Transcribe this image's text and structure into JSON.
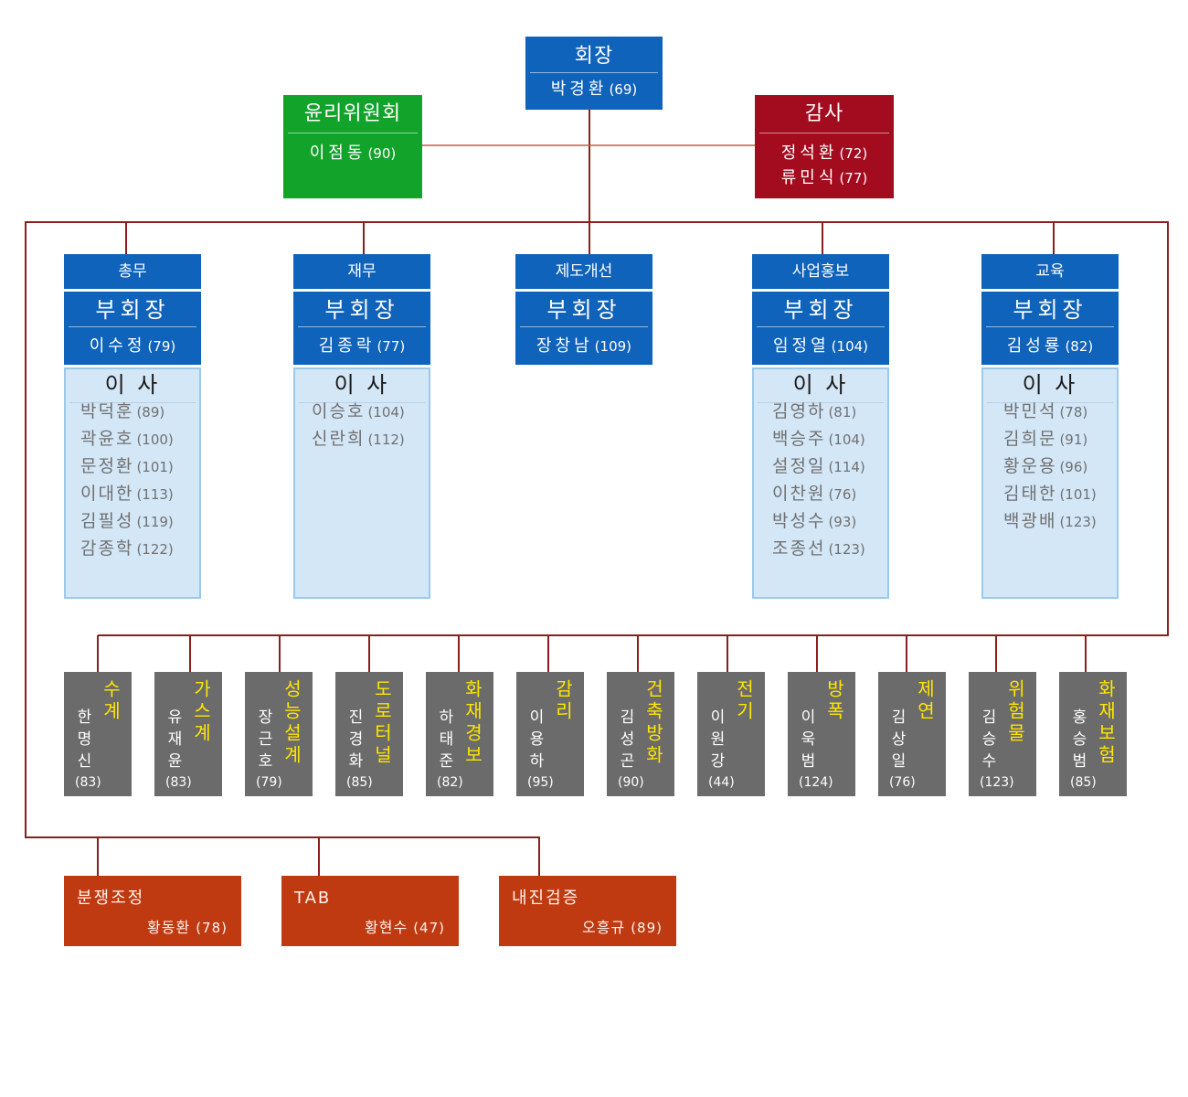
{
  "colors": {
    "blue": "#0f63bb",
    "green": "#12a32b",
    "red": "#a30b1f",
    "board_fill": "#d4e7f7",
    "board_border": "#9cc8ea",
    "committee": "#6b6b6b",
    "yellow": "#ffe600",
    "orange": "#bf3a11",
    "line": "#8b1e1e",
    "line_light": "#c8583c"
  },
  "president": {
    "title": "회장",
    "name": "박경환",
    "num": "(69)"
  },
  "ethics": {
    "title": "윤리위원회",
    "name": "이점동",
    "num": "(90)"
  },
  "audit": {
    "title": "감사",
    "members": [
      {
        "name": "정석환",
        "num": "(72)"
      },
      {
        "name": "류민식",
        "num": "(77)"
      }
    ]
  },
  "divisions": [
    {
      "dept": "총무",
      "role": "부회장",
      "vp_name": "이수정",
      "vp_num": "(79)",
      "board_title": "이 사",
      "board": [
        {
          "name": "박덕훈",
          "num": "(89)"
        },
        {
          "name": "곽윤호",
          "num": "(100)"
        },
        {
          "name": "문정환",
          "num": "(101)"
        },
        {
          "name": "이대한",
          "num": "(113)"
        },
        {
          "name": "김필성",
          "num": "(119)"
        },
        {
          "name": "감종학",
          "num": "(122)"
        }
      ]
    },
    {
      "dept": "재무",
      "role": "부회장",
      "vp_name": "김종락",
      "vp_num": "(77)",
      "board_title": "이 사",
      "board": [
        {
          "name": "이승호",
          "num": "(104)"
        },
        {
          "name": "신란희",
          "num": "(112)"
        }
      ]
    },
    {
      "dept": "제도개선",
      "role": "부회장",
      "vp_name": "장창남",
      "vp_num": "(109)"
    },
    {
      "dept": "사업홍보",
      "role": "부회장",
      "vp_name": "임정열",
      "vp_num": "(104)",
      "board_title": "이 사",
      "board": [
        {
          "name": "김영하",
          "num": "(81)"
        },
        {
          "name": "백승주",
          "num": "(104)"
        },
        {
          "name": "설정일",
          "num": "(114)"
        },
        {
          "name": "이찬원",
          "num": "(76)"
        },
        {
          "name": "박성수",
          "num": "(93)"
        },
        {
          "name": "조종선",
          "num": "(123)"
        }
      ]
    },
    {
      "dept": "교육",
      "role": "부회장",
      "vp_name": "김성룡",
      "vp_num": "(82)",
      "board_title": "이 사",
      "board": [
        {
          "name": "박민석",
          "num": "(78)"
        },
        {
          "name": "김희문",
          "num": "(91)"
        },
        {
          "name": "황운용",
          "num": "(96)"
        },
        {
          "name": "김태한",
          "num": "(101)"
        },
        {
          "name": "백광배",
          "num": "(123)"
        }
      ]
    }
  ],
  "committees": [
    {
      "title": "수계",
      "name": "한명신",
      "num": "(83)"
    },
    {
      "title": "가스계",
      "name": "유재윤",
      "num": "(83)"
    },
    {
      "title": "성능설계",
      "name": "장근호",
      "num": "(79)"
    },
    {
      "title": "도로터널",
      "name": "진경화",
      "num": "(85)"
    },
    {
      "title": "화재경보",
      "name": "하태준",
      "num": "(82)"
    },
    {
      "title": "감리",
      "name": "이용하",
      "num": "(95)"
    },
    {
      "title": "건축방화",
      "name": "김성곤",
      "num": "(90)"
    },
    {
      "title": "전기",
      "name": "이원강",
      "num": "(44)"
    },
    {
      "title": "방폭",
      "name": "이욱범",
      "num": "(124)"
    },
    {
      "title": "제연",
      "name": "김상일",
      "num": "(76)"
    },
    {
      "title": "위험물",
      "name": "김승수",
      "num": "(123)"
    },
    {
      "title": "화재보험",
      "name": "홍승범",
      "num": "(85)"
    }
  ],
  "special": [
    {
      "title": "분쟁조정",
      "name": "황동환",
      "num": "(78)"
    },
    {
      "title": "TAB",
      "name": "황현수",
      "num": "(47)"
    },
    {
      "title": "내진검증",
      "name": "오흥규",
      "num": "(89)"
    }
  ]
}
